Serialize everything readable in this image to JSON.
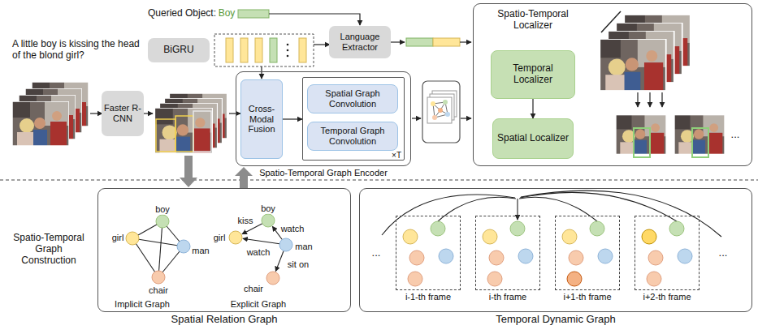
{
  "diagram": {
    "nodes": [
      {
        "text": [
          "BiGRU"
        ]
      },
      {
        "text": [
          "Language Extractor"
        ]
      },
      {
        "text": [
          "Faster R-CNN"
        ]
      },
      {
        "text": [
          "Spatio-Temporal Graph Encoder"
        ]
      },
      {
        "text": [
          "Cross-Modal Fusion"
        ],
        "in": 3
      },
      {
        "text": [
          "×T"
        ],
        "in": 3
      },
      {
        "text": [
          "Spatial Graph Convolution"
        ],
        "in": 5
      },
      {
        "text": [
          "Temporal Graph Convolution"
        ],
        "in": 5
      },
      {
        "text": [
          "Spatio-Temporal Localizer"
        ]
      },
      {
        "text": [
          "Temporal Localizer"
        ],
        "in": 8
      },
      {
        "text": [
          "Spatial Localizer"
        ],
        "in": 8
      },
      {
        "text": [
          "Spatial Relation Graph"
        ]
      },
      {
        "text": [
          "Temporal Dynamic Graph"
        ]
      },
      {
        "text": [
          "i-1-th frame"
        ],
        "in": 12
      },
      {
        "text": [
          "i-th frame"
        ],
        "in": 12
      },
      {
        "text": [
          "i+1-th frame"
        ],
        "in": 12
      },
      {
        "text": [
          "i+2-th frame"
        ],
        "in": 12
      }
    ],
    "edges": [
      {
        "from": 4,
        "to": 5,
        "arrow": "to"
      },
      {
        "from": 9,
        "to": 10,
        "arrow": "to"
      },
      {
        "from": 11,
        "to": 3,
        "arrow": "to"
      }
    ],
    "labels": [
      "Queried Object:",
      "Boy",
      "A little boy is kissing the head of the blond girl?",
      "...",
      "Spatio-Temporal Graph Construction",
      "boy",
      "girl",
      "man",
      "chair",
      "Implicit Graph",
      "boy",
      "kiss",
      "watch",
      "girl",
      "man",
      "watch",
      "sit on",
      "chair",
      "Explicit Graph",
      "...",
      "..."
    ]
  }
}
